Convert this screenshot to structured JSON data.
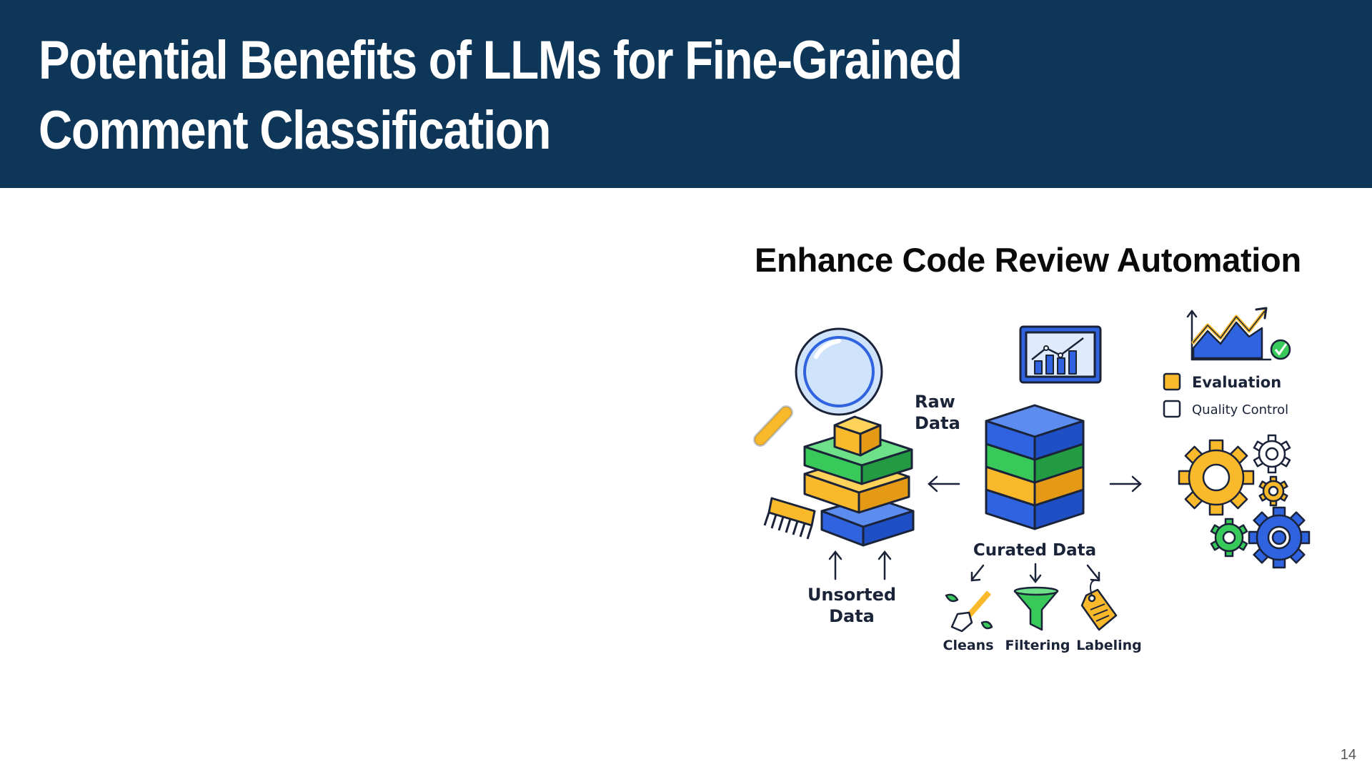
{
  "slide": {
    "title": "Potential Benefits of LLMs for Fine-Grained Comment Classification",
    "page_number": "14",
    "header_color": "#0d3658"
  },
  "figure": {
    "title": "Enhance Code Review Automation",
    "labels": {
      "raw_line1": "Raw",
      "raw_line2": "Data",
      "unsorted_line1": "Unsorted",
      "unsorted_line2": "Data",
      "curated": "Curated Data",
      "cleans": "Cleans",
      "filtering": "Filtering",
      "labeling": "Labeling",
      "evaluation": "Evaluation",
      "quality_control": "Quality Control"
    },
    "icons": [
      "magnifier-icon",
      "brush-icon",
      "monitor-chart-icon",
      "trend-chart-icon",
      "checkmark-icon",
      "gears-icon",
      "broom-icon",
      "funnel-icon",
      "tag-icon"
    ],
    "colors": {
      "blue": "#2f63e0",
      "green": "#38c95a",
      "yellow": "#f9b92b",
      "outline": "#1a2338"
    }
  }
}
